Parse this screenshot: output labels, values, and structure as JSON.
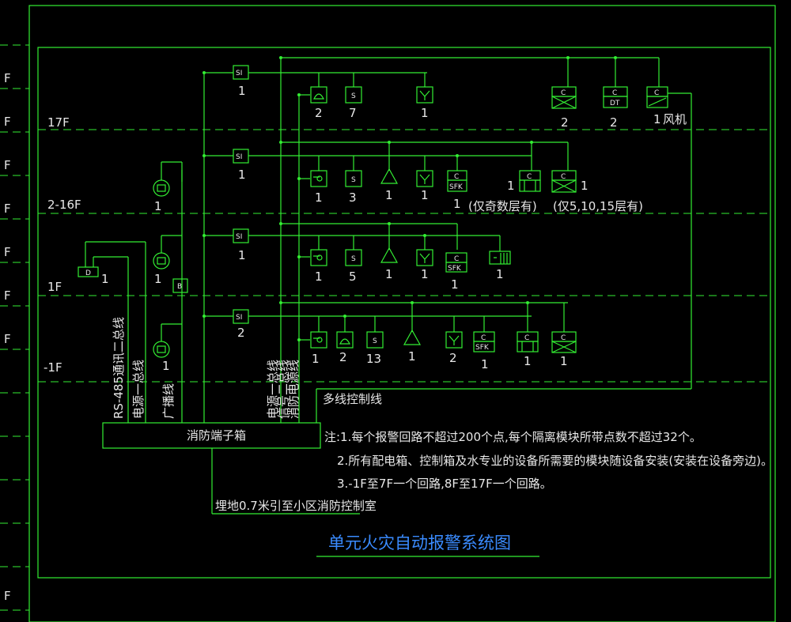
{
  "colors": {
    "line": "#33ee33",
    "text": "#e8e8e8",
    "title": "#3a8bff",
    "bg": "#000000"
  },
  "left_floor_marks": [
    "F",
    "F",
    "F",
    "F",
    "F",
    "F",
    "F",
    "F"
  ],
  "floors": {
    "f17": "17F",
    "f2_16": "2-16F",
    "f1": "1F",
    "fm1": "-1F"
  },
  "row17": {
    "si_count": "1",
    "counts": [
      "2",
      "7",
      "1",
      "2",
      "2",
      "1"
    ],
    "fan_label": "风机"
  },
  "row2_16": {
    "si_count": "1",
    "counts": [
      "1",
      "3",
      "1",
      "1",
      "1",
      "1",
      "1"
    ],
    "note_a": "(仅奇数层有)",
    "note_b": "(仅5,10,15层有)",
    "left_count": "1"
  },
  "row1": {
    "si_count": "1",
    "counts": [
      "1",
      "5",
      "1",
      "1",
      "1",
      "1"
    ],
    "left_count": "1",
    "d_count": "1"
  },
  "rowm1": {
    "si_count": "2",
    "counts": [
      "1",
      "2",
      "13",
      "1",
      "2",
      "1",
      "1",
      "1"
    ],
    "left_count": "1"
  },
  "symbols": {
    "si": "SI",
    "c": "C",
    "dt": "DT",
    "sfk": "SFK",
    "s": "S",
    "b": "B",
    "d": "D"
  },
  "vertical_labels": {
    "rs485": "RS-485通讯二总线",
    "power_bus_left": "电源一总线",
    "broadcast": "广播线",
    "power_bus_right": "电源一总线",
    "signal_bus": "信号二总线",
    "control_power": "消防电源线"
  },
  "multiline_label": "多线控制线",
  "terminal_box": "消防端子箱",
  "notes": [
    "注:1.每个报警回路不超过200个点,每个隔离模块所带点数不超过32个。",
    "2.所有配电箱、控制箱及水专业的设备所需要的模块随设备安装(安装在设备旁边)。",
    "3.-1F至7F一个回路,8F至17F一个回路。"
  ],
  "buried_label": "埋地0.7米引至小区消防控制室",
  "title": "单元火灾自动报警系统图"
}
